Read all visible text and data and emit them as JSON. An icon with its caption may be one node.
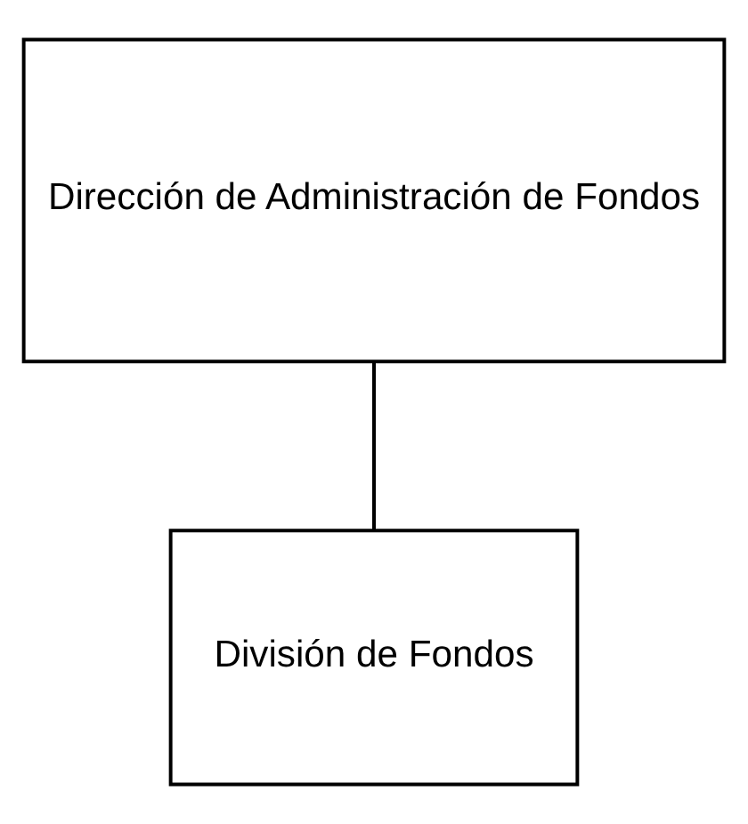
{
  "diagram": {
    "nodes": [
      {
        "text": [
          "Dirección de Administración de Fondos"
        ]
      },
      {
        "text": [
          "División de Fondos"
        ]
      }
    ],
    "edges": [
      {
        "from": 0,
        "to": 1,
        "arrow": "none"
      }
    ]
  }
}
